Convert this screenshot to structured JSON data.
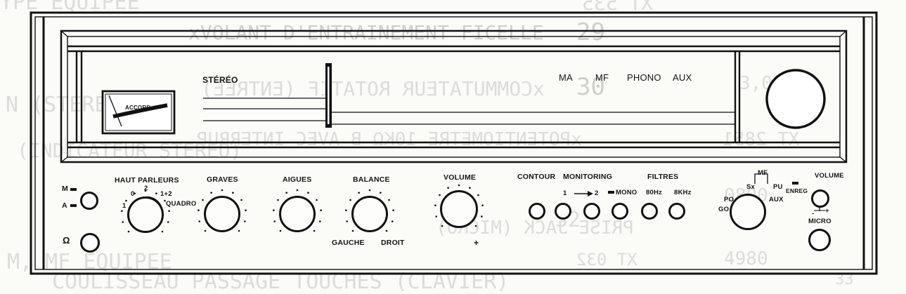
{
  "background_text": [
    "YPE EQUIPEE",
    "XT 535",
    "29",
    "xVOLANT D'ENTRAINEMENT FICELLE",
    "30",
    "xCOMMUTATEUR ROTATIF (ENTREE)",
    "xPOTENTIOMETRE 10KΩ B AVEC INTERRUP",
    "(INDICATEUR STEREO)",
    "XT 2851",
    "PRISE JACK (MICRO)",
    "32",
    "33",
    "COULISSEAU PASSAGE TOUCHES (CLAVIER)",
    "M, MF EQUIPEE",
    "4980",
    "XT 032",
    "0080",
    "3,000",
    "N (STEREO)"
  ],
  "dial": {
    "meter_label": "ACCORD",
    "stereo_label": "STÉRÉO",
    "bands": [
      "MA",
      "MF",
      "PHONO",
      "AUX"
    ]
  },
  "controls": {
    "selector_m": "M",
    "selector_a": "A",
    "headphone_symbol": "Ω",
    "speakers": {
      "title": "HAUT PARLEURS",
      "pos_0": "0",
      "pos_2": "2",
      "pos_1p2": "1+2",
      "pos_1": "1",
      "pos_quadro": "QUADRO"
    },
    "bass": "GRAVES",
    "treble": "AIGUES",
    "balance": {
      "title": "BALANCE",
      "left": "GAUCHE",
      "right": "DROIT"
    },
    "volume": {
      "title": "VOLUME",
      "plus": "+"
    },
    "contour": "CONTOUR",
    "monitoring": {
      "title": "MONITORING",
      "one": "1",
      "two": "2"
    },
    "mono": "MONO",
    "filters": {
      "title": "FILTRES",
      "f80": "80Hz",
      "f8k": "8KHz"
    },
    "source": {
      "mf": "MF",
      "sx": "Sx",
      "pu": "PU",
      "po": "PO",
      "go": "GO",
      "aux": "AUX"
    },
    "mic": {
      "volume": "VOLUME",
      "enreg": "ENREG",
      "minus": "-",
      "plus": "+",
      "micro": "MICRO"
    }
  }
}
